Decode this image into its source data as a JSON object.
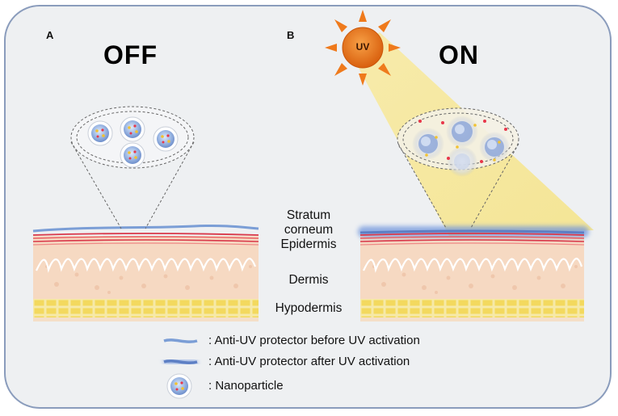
{
  "panels": {
    "a": {
      "letter": "A",
      "state": "OFF"
    },
    "b": {
      "letter": "B",
      "state": "ON",
      "sun_label": "UV"
    }
  },
  "layers": {
    "stratum_line1": "Stratum",
    "stratum_line2": "corneum",
    "epidermis": "Epidermis",
    "dermis": "Dermis",
    "hypodermis": "Hypodermis"
  },
  "legend": {
    "before": ": Anti-UV protector before UV activation",
    "after": ": Anti-UV protector after UV activation",
    "nanoparticle": ": Nanoparticle"
  },
  "colors": {
    "frame_border": "#8a9cbc",
    "background": "#eef0f2",
    "skin": "#f6d9c2",
    "epidermis_red": "#d9394a",
    "protector_blue": "#7b9ed6",
    "hypodermis_yellow": "#f3db6a",
    "sun_orange": "#ef7a1c",
    "uv_beam": "#f7e27a"
  },
  "icons": [
    "sun-icon",
    "nanoparticle-icon",
    "protector-line-icon",
    "magnifier-cone-icon"
  ]
}
